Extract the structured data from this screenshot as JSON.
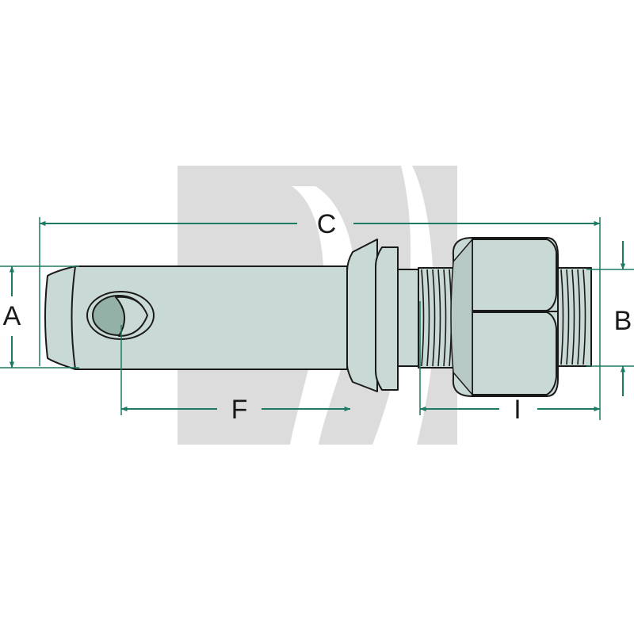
{
  "diagram": {
    "labels": {
      "A": "A",
      "B": "B",
      "C": "C",
      "F": "F",
      "I": "I"
    },
    "colors": {
      "metal_fill": "#c9d9d5",
      "metal_shade": "#b7c9c4",
      "outline": "#1a1a1a",
      "dimension_line": "#1e7a62",
      "watermark": "#dcdcdc",
      "hole_inner": "#93b1a6",
      "background": "#ffffff"
    }
  }
}
